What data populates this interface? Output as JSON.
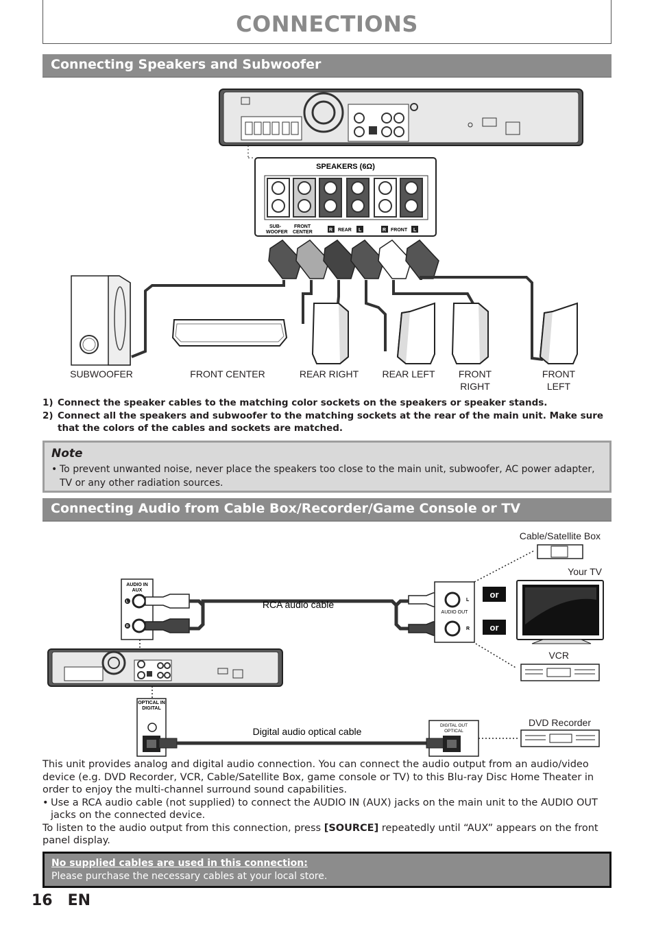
{
  "header": {
    "title": "CONNECTIONS"
  },
  "section1": {
    "title": "Connecting Speakers and Subwoofer"
  },
  "diagram1": {
    "panel_title": "SPEAKERS (6Ω)",
    "panel_labels": [
      "SUB-",
      "WOOFER",
      "FRONT",
      "CENTER",
      "REAR",
      "FRONT",
      "R",
      "L",
      "R",
      "L"
    ],
    "speakers": [
      {
        "label_line1": "SUBWOOFER",
        "label_line2": ""
      },
      {
        "label_line1": "FRONT CENTER",
        "label_line2": ""
      },
      {
        "label_line1": "REAR RIGHT",
        "label_line2": ""
      },
      {
        "label_line1": "REAR LEFT",
        "label_line2": ""
      },
      {
        "label_line1": "FRONT",
        "label_line2": "RIGHT"
      },
      {
        "label_line1": "FRONT",
        "label_line2": "LEFT"
      }
    ]
  },
  "steps": [
    {
      "num": "1)",
      "text": "Connect the speaker cables to the matching color sockets on the speakers or speaker stands."
    },
    {
      "num": "2)",
      "text": "Connect all the speakers and subwoofer to the matching sockets at the rear of the main unit. Make sure that the colors of the cables and sockets are matched."
    }
  ],
  "note": {
    "title": "Note",
    "bullet": "•",
    "text": "To prevent unwanted noise, never place the speakers too close to the main unit, subwoofer, AC power adapter, TV or any other radiation sources."
  },
  "section2": {
    "title": "Connecting Audio from Cable Box/Recorder/Game Console or TV"
  },
  "diagram2": {
    "audio_in_label": "AUDIO IN",
    "aux_label": "AUX",
    "l_label": "L",
    "r_label": "R",
    "rca_cable": "RCA audio cable",
    "audio_out_label": "AUDIO OUT",
    "or1": "or",
    "or2": "or",
    "optical_in_label": "OPTICAL IN",
    "digital_label": "DIGITAL",
    "optical_cable": "Digital audio optical cable",
    "digital_out_label": "DIGITAL OUT",
    "optical_label": "OPTICAL",
    "devices": {
      "cable_box": "Cable/Satellite Box",
      "tv": "Your TV",
      "vcr": "VCR",
      "dvd": "DVD Recorder"
    }
  },
  "body": {
    "para1": "This unit provides analog and digital audio connection. You can connect the audio output from an audio/video device (e.g. DVD Recorder, VCR, Cable/Satellite Box, game console or TV) to this Blu-ray Disc Home Theater in order to enjoy the multi-channel surround sound capabilities.",
    "bullet": "•",
    "bullet_text": "Use a RCA audio cable (not supplied) to connect the AUDIO IN (AUX) jacks on the main unit to the AUDIO OUT jacks on the connected device.",
    "para2_pre": "To listen to the audio output from this connection, press ",
    "para2_key": "[SOURCE]",
    "para2_post": " repeatedly until “AUX” appears on the front panel display."
  },
  "info_box": {
    "title": "No supplied cables are used in this connection:",
    "text": "Please purchase the necessary cables at your local store."
  },
  "footer": {
    "page": "16",
    "lang": "EN"
  }
}
